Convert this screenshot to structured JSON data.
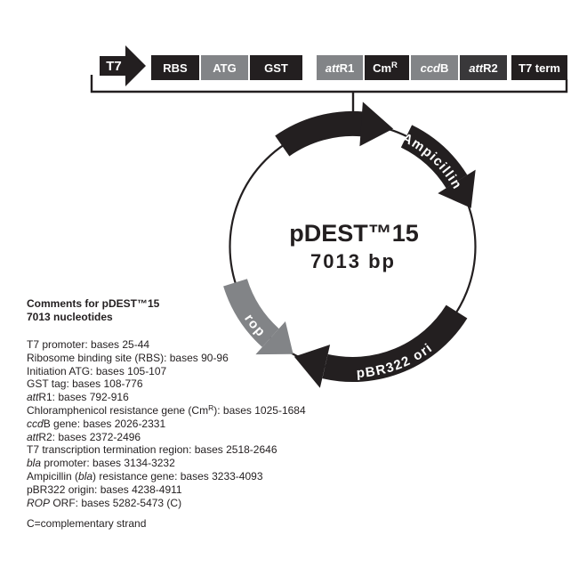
{
  "colors": {
    "black": "#231f20",
    "gray": "#828487",
    "dark_gray": "#39383a",
    "label_text": "#ffffff",
    "background": "#ffffff"
  },
  "linear_map": {
    "promoter_label": "T7",
    "boxes": [
      {
        "label": "RBS",
        "color_key": "black"
      },
      {
        "label": "ATG",
        "color_key": "gray"
      },
      {
        "label": "GST",
        "color_key": "black"
      },
      {
        "italic": "att",
        "rest": "R1",
        "color_key": "gray"
      },
      {
        "label": "Cm",
        "sup": "R",
        "color_key": "black"
      },
      {
        "italic": "ccd",
        "rest": "B",
        "color_key": "gray"
      },
      {
        "italic": "att",
        "rest": "R2",
        "color_key": "dark_gray"
      },
      {
        "label": "T7 term",
        "color_key": "black"
      }
    ]
  },
  "plasmid_map": {
    "center_name": "pDEST™15",
    "center_size": "7013 bp",
    "features": [
      {
        "label": "",
        "name": "expression cassette",
        "color": "#231f20",
        "direction": "clockwise"
      },
      {
        "label": "Ampicillin",
        "color": "#231f20",
        "direction": "clockwise"
      },
      {
        "label": "pBR322 ori",
        "color": "#231f20",
        "direction": "counterclockwise"
      },
      {
        "label": "rop",
        "color": "#828487",
        "direction": "counterclockwise"
      }
    ]
  },
  "comments": {
    "heading_line1": "Comments for pDEST™15",
    "heading_line2": "7013 nucleotides",
    "lines": [
      {
        "segments": [
          {
            "t": "T7 promoter: bases 25-44"
          }
        ]
      },
      {
        "segments": [
          {
            "t": "Ribosome binding site (RBS): bases 90-96"
          }
        ]
      },
      {
        "segments": [
          {
            "t": "Initiation ATG: bases 105-107"
          }
        ]
      },
      {
        "segments": [
          {
            "t": "GST tag: bases 108-776"
          }
        ]
      },
      {
        "segments": [
          {
            "t": "att",
            "s": "i"
          },
          {
            "t": "R1: bases 792-916"
          }
        ]
      },
      {
        "segments": [
          {
            "t": "Chloramphenicol resistance gene (Cm"
          },
          {
            "t": "R",
            "s": "sup"
          },
          {
            "t": "): bases 1025-1684"
          }
        ]
      },
      {
        "segments": [
          {
            "t": "ccd",
            "s": "i"
          },
          {
            "t": "B gene: bases 2026-2331"
          }
        ]
      },
      {
        "segments": [
          {
            "t": "att",
            "s": "i"
          },
          {
            "t": "R2: bases 2372-2496"
          }
        ]
      },
      {
        "segments": [
          {
            "t": "T7 transcription termination region: bases 2518-2646"
          }
        ]
      },
      {
        "segments": [
          {
            "t": "bla",
            "s": "i"
          },
          {
            "t": " promoter: bases 3134-3232"
          }
        ]
      },
      {
        "segments": [
          {
            "t": "Ampicillin ("
          },
          {
            "t": "bla",
            "s": "i"
          },
          {
            "t": ") resistance gene: bases 3233-4093"
          }
        ]
      },
      {
        "segments": [
          {
            "t": "pBR322 origin: bases 4238-4911"
          }
        ]
      },
      {
        "segments": [
          {
            "t": "ROP",
            "s": "i"
          },
          {
            "t": " ORF: bases 5282-5473 (C)"
          }
        ]
      }
    ],
    "footnote": "C=complementary strand"
  }
}
